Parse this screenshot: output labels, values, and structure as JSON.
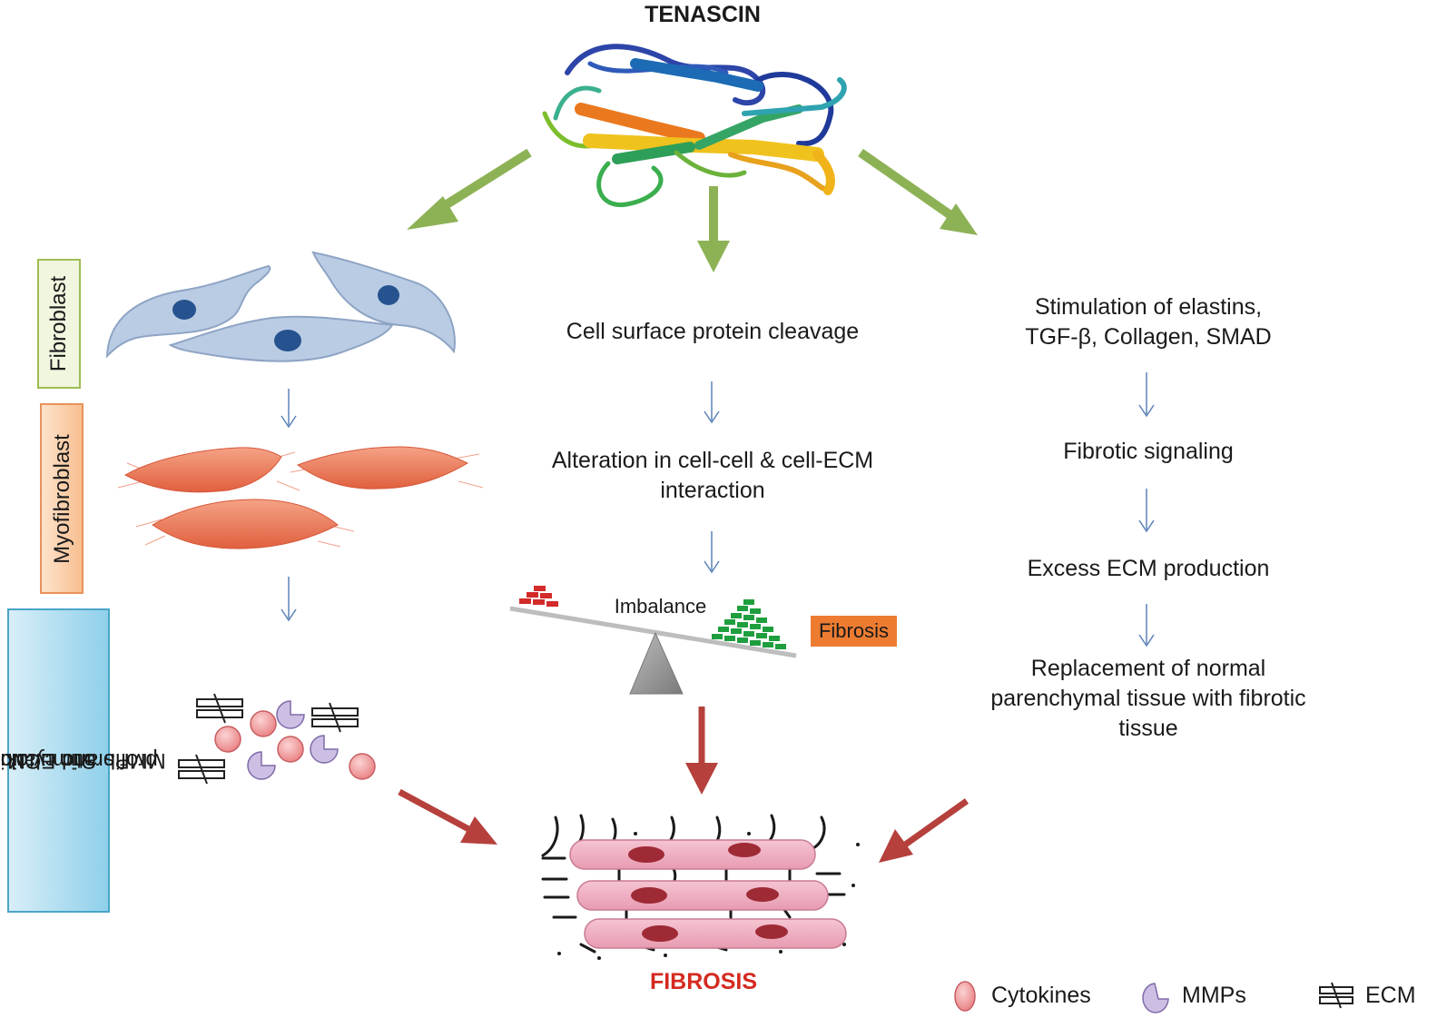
{
  "title": "TENASCIN",
  "left_labels": {
    "fibroblast": "Fibroblast",
    "myofibroblast": "Myofibroblast",
    "stimulation": [
      "Stimulation of",
      "profibrotic cytokines,",
      "MMPs and ECM"
    ]
  },
  "middle": {
    "step1": "Cell surface protein cleavage",
    "step2": [
      "Alteration in cell-cell & cell-ECM",
      "interaction"
    ],
    "imbalance": "Imbalance",
    "fibrosis_tag": "Fibrosis"
  },
  "right": {
    "step1": [
      "Stimulation of elastins,",
      "TGF-β, Collagen, SMAD"
    ],
    "step2": "Fibrotic signaling",
    "step3": "Excess ECM production",
    "step4": [
      "Replacement of normal",
      "parenchymal tissue with fibrotic",
      "tissue"
    ]
  },
  "outcome": "FIBROSIS",
  "legend": {
    "cytokines": "Cytokines",
    "mmps": "MMPs",
    "ecm": "ECM"
  },
  "colors": {
    "green_arrow": "#8db255",
    "red_arrow": "#b5403c",
    "thin_arrow": "#5b83b8",
    "fibroblast_fill": "#b9cce4",
    "nucleus": "#26538f",
    "myofibroblast": "#e86f4e",
    "fibrosis_text": "#d42a20",
    "fibrosis_tag": "#ed7c31",
    "fibroblast_box_border": "#9dbd53",
    "fibroblast_box_fill": "#f1f6df",
    "myofibroblast_box_border": "#e8925a",
    "stim_box_border": "#4aa5c8"
  }
}
